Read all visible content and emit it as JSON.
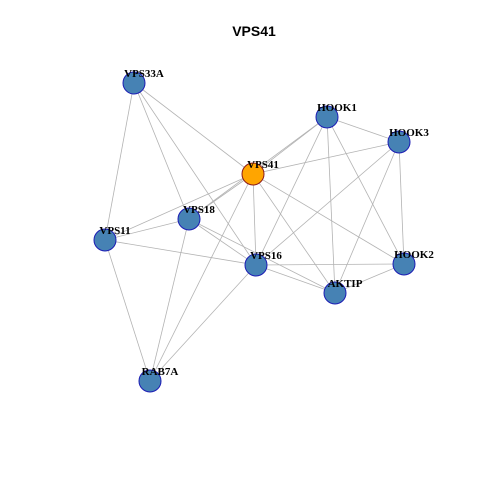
{
  "title": "VPS41",
  "colors": {
    "node_default_fill": "#4682b4",
    "node_default_stroke": "#1c1cb4",
    "node_focus_fill": "#ffa500",
    "node_focus_stroke": "#8b1a1a",
    "edge": "#b3b3b3"
  },
  "nodes": [
    {
      "id": "VPS33A",
      "label": "VPS33A",
      "focus": false
    },
    {
      "id": "HOOK1",
      "label": "HOOK1",
      "focus": false
    },
    {
      "id": "HOOK3",
      "label": "HOOK3",
      "focus": false
    },
    {
      "id": "VPS41",
      "label": "VPS41",
      "focus": true
    },
    {
      "id": "VPS18",
      "label": "VPS18",
      "focus": false
    },
    {
      "id": "VPS11",
      "label": "VPS11",
      "focus": false
    },
    {
      "id": "VPS16",
      "label": "VPS16",
      "focus": false
    },
    {
      "id": "HOOK2",
      "label": "HOOK2",
      "focus": false
    },
    {
      "id": "AKTIP",
      "label": "AKTIP",
      "focus": false
    },
    {
      "id": "RAB7A",
      "label": "RAB7A",
      "focus": false
    }
  ],
  "edges": [
    [
      "VPS33A",
      "VPS41"
    ],
    [
      "VPS33A",
      "VPS18"
    ],
    [
      "VPS33A",
      "VPS16"
    ],
    [
      "VPS33A",
      "VPS11"
    ],
    [
      "HOOK1",
      "HOOK3"
    ],
    [
      "HOOK1",
      "HOOK2"
    ],
    [
      "HOOK1",
      "AKTIP"
    ],
    [
      "HOOK1",
      "VPS16"
    ],
    [
      "HOOK1",
      "VPS41"
    ],
    [
      "HOOK1",
      "VPS18"
    ],
    [
      "HOOK3",
      "HOOK2"
    ],
    [
      "HOOK3",
      "AKTIP"
    ],
    [
      "HOOK3",
      "VPS16"
    ],
    [
      "HOOK3",
      "VPS41"
    ],
    [
      "VPS41",
      "VPS18"
    ],
    [
      "VPS41",
      "VPS11"
    ],
    [
      "VPS41",
      "VPS16"
    ],
    [
      "VPS41",
      "AKTIP"
    ],
    [
      "VPS41",
      "HOOK2"
    ],
    [
      "VPS41",
      "RAB7A"
    ],
    [
      "VPS18",
      "VPS11"
    ],
    [
      "VPS18",
      "VPS16"
    ],
    [
      "VPS18",
      "RAB7A"
    ],
    [
      "VPS18",
      "AKTIP"
    ],
    [
      "VPS11",
      "VPS16"
    ],
    [
      "VPS11",
      "RAB7A"
    ],
    [
      "VPS16",
      "RAB7A"
    ],
    [
      "VPS16",
      "AKTIP"
    ],
    [
      "VPS16",
      "HOOK2"
    ],
    [
      "AKTIP",
      "HOOK2"
    ]
  ]
}
